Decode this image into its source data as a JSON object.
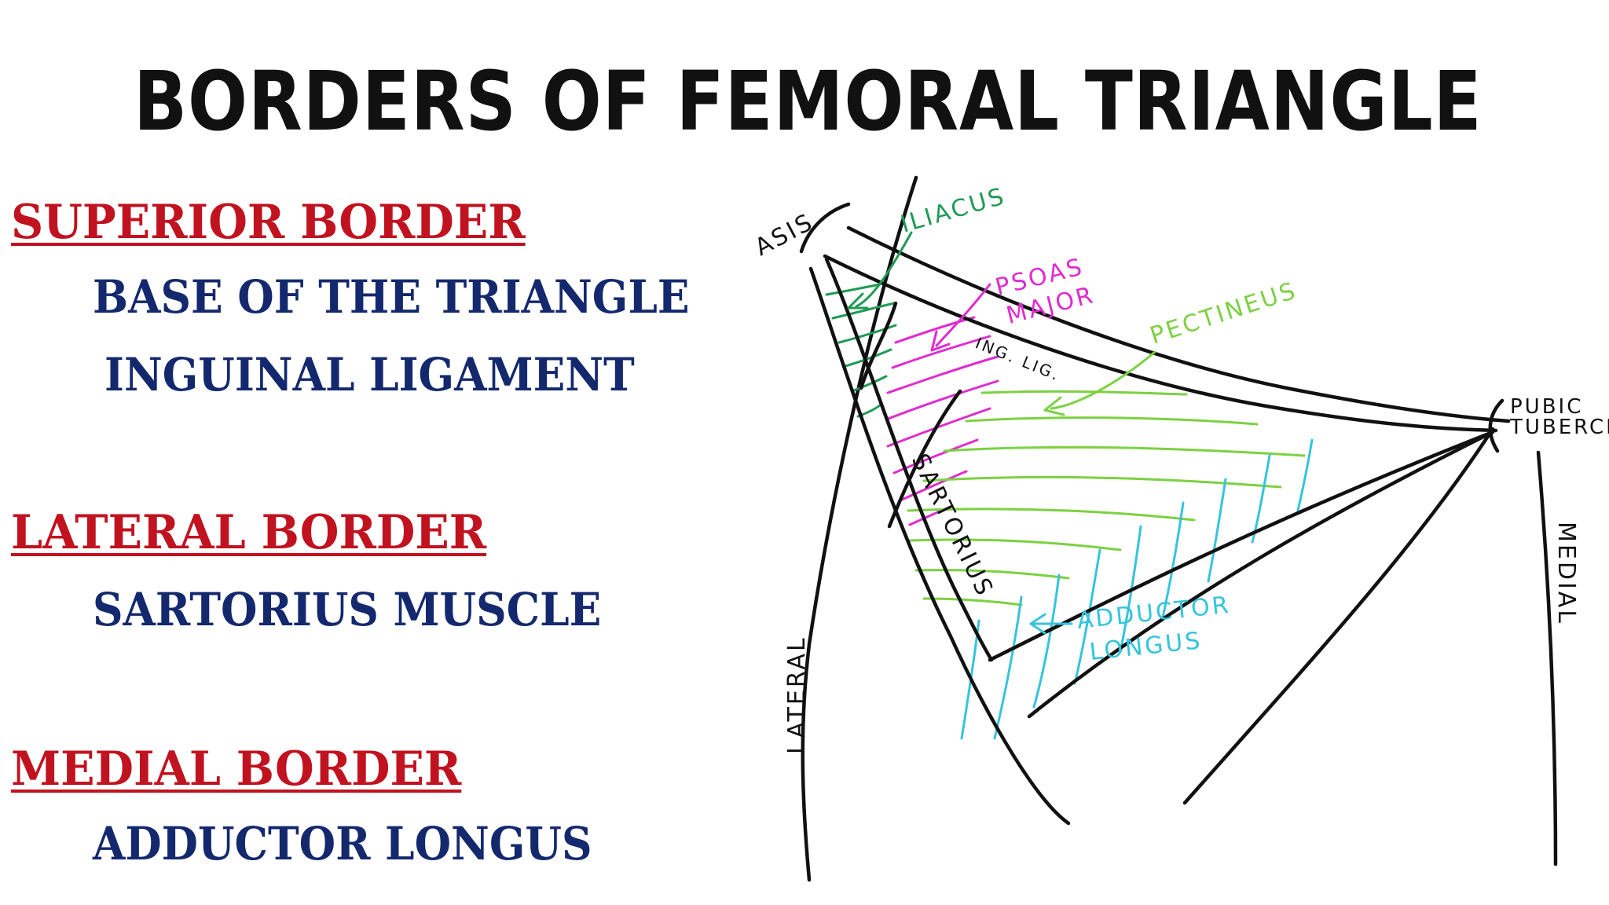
{
  "title": "BORDERS OF FEMORAL TRIANGLE",
  "borders": {
    "superior": {
      "heading": "SUPERIOR BORDER",
      "lines": [
        "BASE OF THE TRIANGLE",
        "INGUINAL LIGAMENT"
      ]
    },
    "lateral": {
      "heading": "LATERAL BORDER",
      "lines": [
        "SARTORIUS MUSCLE"
      ]
    },
    "medial": {
      "heading": "MEDIAL BORDER",
      "lines": [
        "ADDUCTOR LONGUS"
      ]
    }
  },
  "diagram": {
    "labels": {
      "asis": "ASIS",
      "iliacus": "ILIACUS",
      "psoas_1": "PSOAS",
      "psoas_2": "MAJOR",
      "pectineus": "PECTINEUS",
      "ing_lig": "ING. LIG.",
      "pubic_1": "PUBIC",
      "pubic_2": "TUBERCLE",
      "sartorius": "SARTORIUS",
      "adductor_1": "ADDUCTOR",
      "adductor_2": "LONGUS",
      "lateral": "LATERAL",
      "medial": "MEDIAL"
    }
  },
  "colors": {
    "title": "#111111",
    "heading": "#c1121f",
    "description": "#14286e",
    "iliacus": "#1f9a55",
    "psoas": "#e02bd0",
    "pectineus": "#7cd142",
    "adductor": "#35c4dd"
  }
}
